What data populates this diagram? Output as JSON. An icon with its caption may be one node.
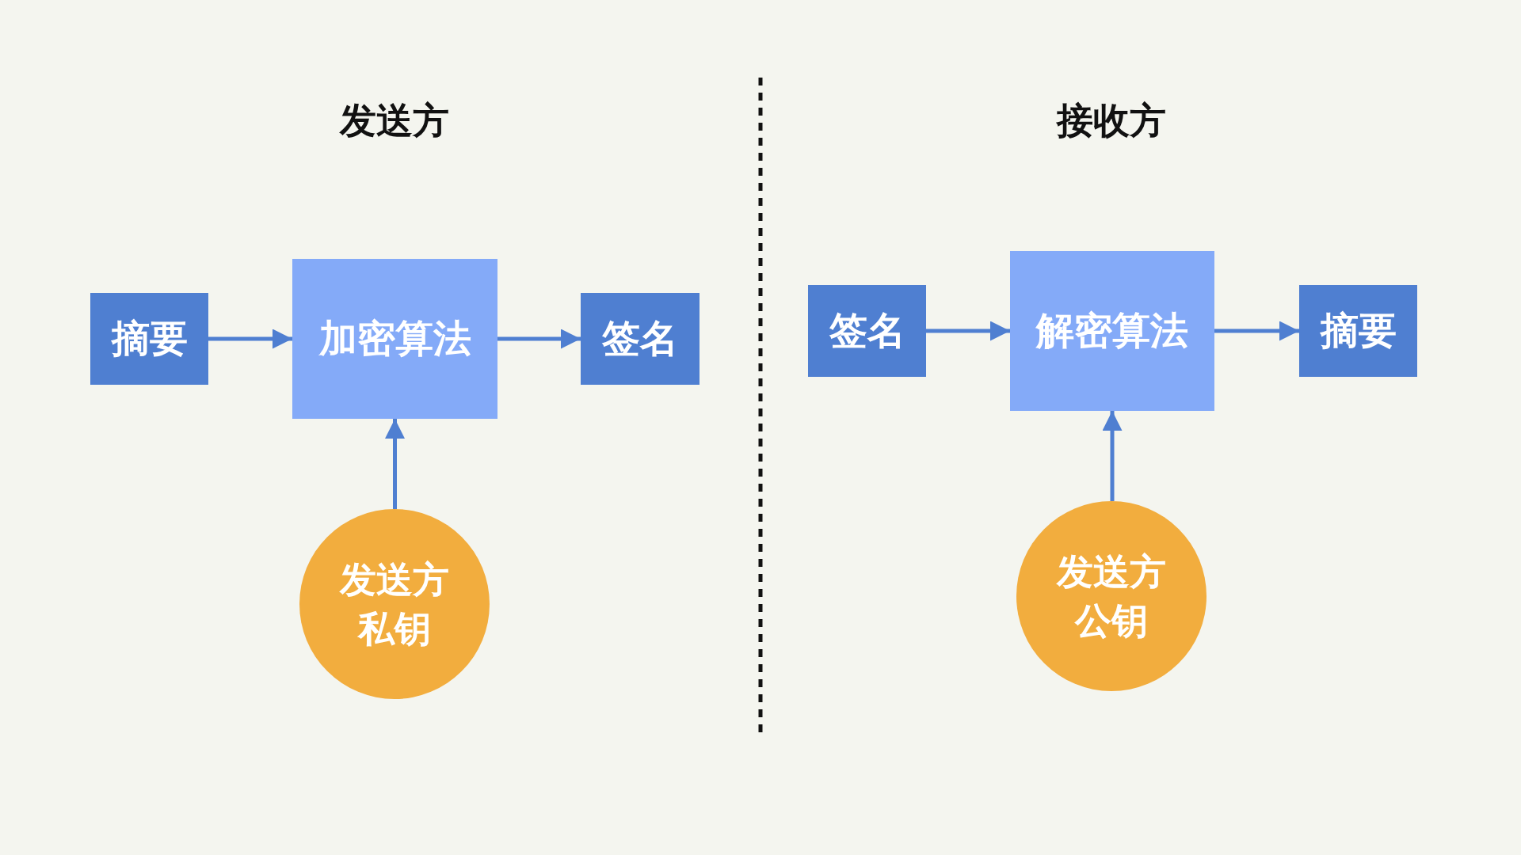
{
  "diagram": {
    "nodes": [
      {
        "text": [
          "摘要"
        ]
      },
      {
        "text": [
          "加密算法"
        ]
      },
      {
        "text": [
          "签名"
        ]
      },
      {
        "text": [
          "发送方私钥"
        ]
      },
      {
        "text": [
          "签名"
        ]
      },
      {
        "text": [
          "解密算法"
        ]
      },
      {
        "text": [
          "摘要"
        ]
      },
      {
        "text": [
          "发送方公钥"
        ]
      }
    ],
    "edges": [
      {
        "from": 0,
        "to": 1,
        "arrow": "to"
      },
      {
        "from": 1,
        "to": 2,
        "arrow": "to"
      },
      {
        "from": 3,
        "to": 1,
        "arrow": "to"
      },
      {
        "from": 4,
        "to": 5,
        "arrow": "to"
      },
      {
        "from": 5,
        "to": 6,
        "arrow": "to"
      },
      {
        "from": 7,
        "to": 5,
        "arrow": "to"
      }
    ],
    "labels": [
      "发送方",
      "接收方"
    ]
  }
}
